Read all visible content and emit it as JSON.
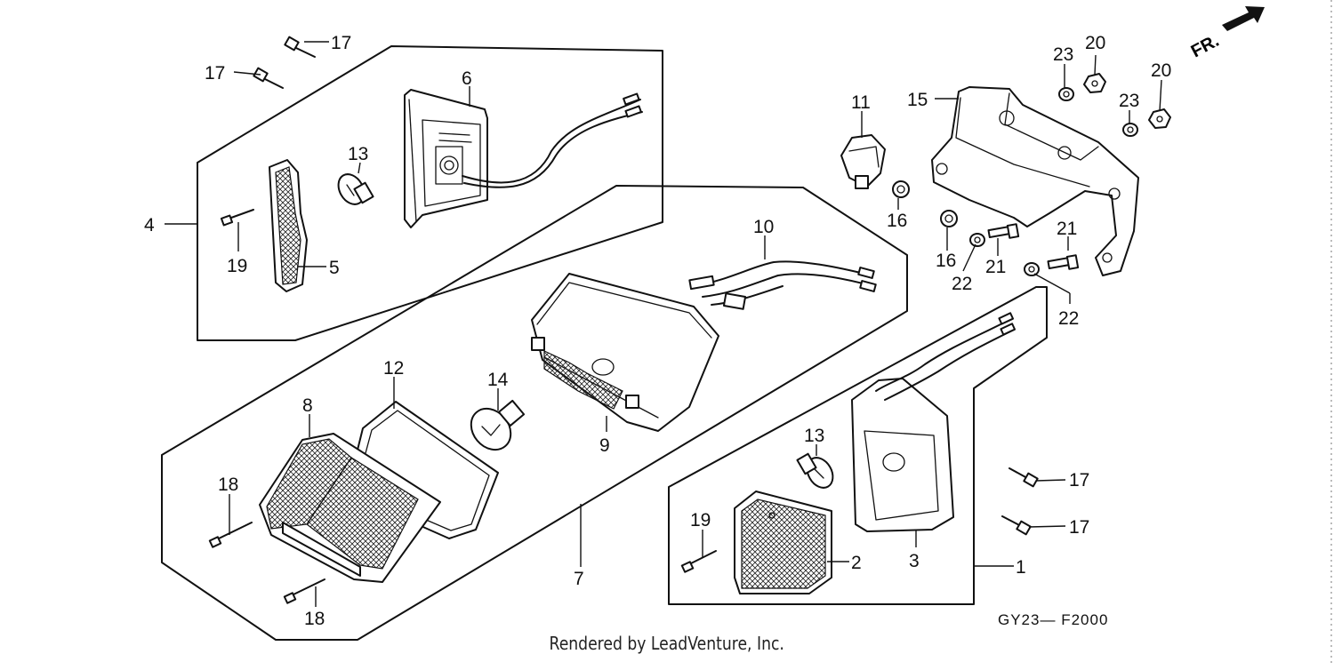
{
  "diagram": {
    "drawing_code": "GY23— F2000",
    "front_marker": "FR.",
    "callouts": {
      "c1": "1",
      "c2": "2",
      "c3": "3",
      "c4": "4",
      "c5": "5",
      "c6": "6",
      "c7": "7",
      "c8": "8",
      "c9": "9",
      "c10": "10",
      "c11": "11",
      "c12": "12",
      "c13a": "13",
      "c13b": "13",
      "c14": "14",
      "c15": "15",
      "c16a": "16",
      "c16b": "16",
      "c17a": "17",
      "c17b": "17",
      "c17c": "17",
      "c17d": "17",
      "c18a": "18",
      "c18b": "18",
      "c19a": "19",
      "c19b": "19",
      "c20a": "20",
      "c20b": "20",
      "c21a": "21",
      "c21b": "21",
      "c22a": "22",
      "c22b": "22",
      "c23a": "23",
      "c23b": "23"
    }
  },
  "footer": {
    "credit": "Rendered by LeadVenture, Inc."
  }
}
